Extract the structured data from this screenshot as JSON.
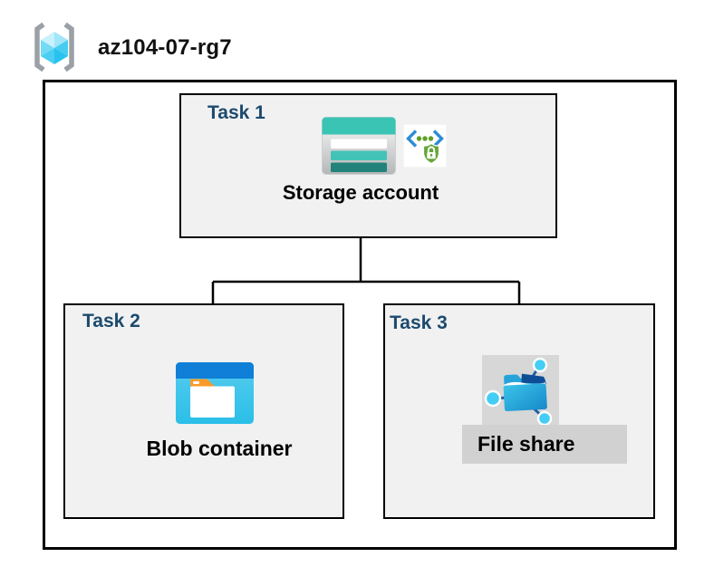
{
  "header": {
    "title": "az104-07-rg7",
    "icon": "azure-resource-group-icon"
  },
  "tasks": [
    {
      "label": "Task 1",
      "entity": "Storage account",
      "icons": [
        "storage-account-icon",
        "secure-endpoint-icon"
      ]
    },
    {
      "label": "Task 2",
      "entity": "Blob container",
      "icons": [
        "blob-container-icon"
      ]
    },
    {
      "label": "Task 3",
      "entity": "File share",
      "icons": [
        "file-share-icon"
      ]
    }
  ],
  "colors": {
    "task_label_navy": "#1c4a6e",
    "task_box_fill": "#f1f1f1",
    "border_black": "#000000",
    "storage_teal": "#3ac4b4",
    "storage_teal_dark": "#23837a",
    "blob_bar_blue": "#0f7fd7",
    "blob_body_cyan": "#3fc6ec",
    "folder_tab_orange": "#f89b29",
    "fileshare_folder_blue": "#1688c9",
    "network_node_cyan": "#44cef5",
    "shield_green": "#63a637",
    "chevron_blue": "#2e8cd4",
    "cube_cyan": "#4bcef2",
    "bracket_gray": "#9aa0a6",
    "fileshare_bg_gray": "#d7d7d7",
    "fileshare_band_gray": "#d1d1d1"
  }
}
